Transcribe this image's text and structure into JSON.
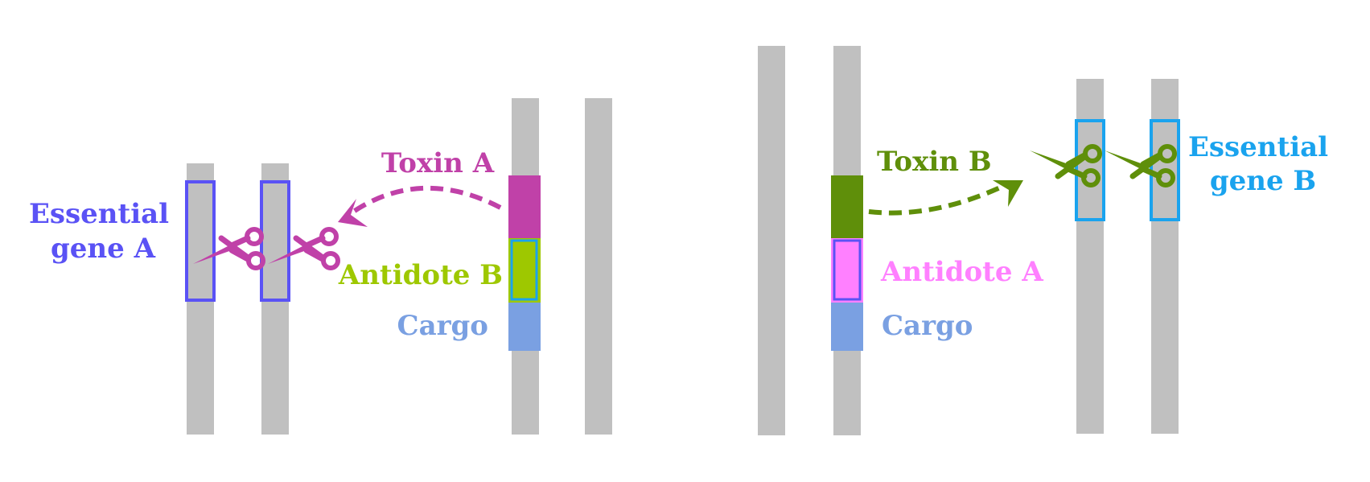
{
  "colors": {
    "chromosome": "#c0c0c0",
    "essential_a": "#5a52f5",
    "toxin_a": "#c041a8",
    "antidote_b": "#9ec800",
    "cargo": "#7aa0e2",
    "toxin_b": "#5f8f0a",
    "antidote_a": "#ff80ff",
    "essential_b": "#1aa3ee"
  },
  "icons": {
    "cut_a": "scissors-icon",
    "cut_b": "scissors-icon"
  },
  "labels": {
    "essential_a_line1": "Essential",
    "essential_a_line2": "gene A",
    "toxin_a": "Toxin A",
    "antidote_b": "Antidote B",
    "cargo_left": "Cargo",
    "toxin_b": "Toxin B",
    "antidote_a": "Antidote A",
    "cargo_right": "Cargo",
    "essential_b_line1": "Essential",
    "essential_b_line2": "gene B"
  }
}
